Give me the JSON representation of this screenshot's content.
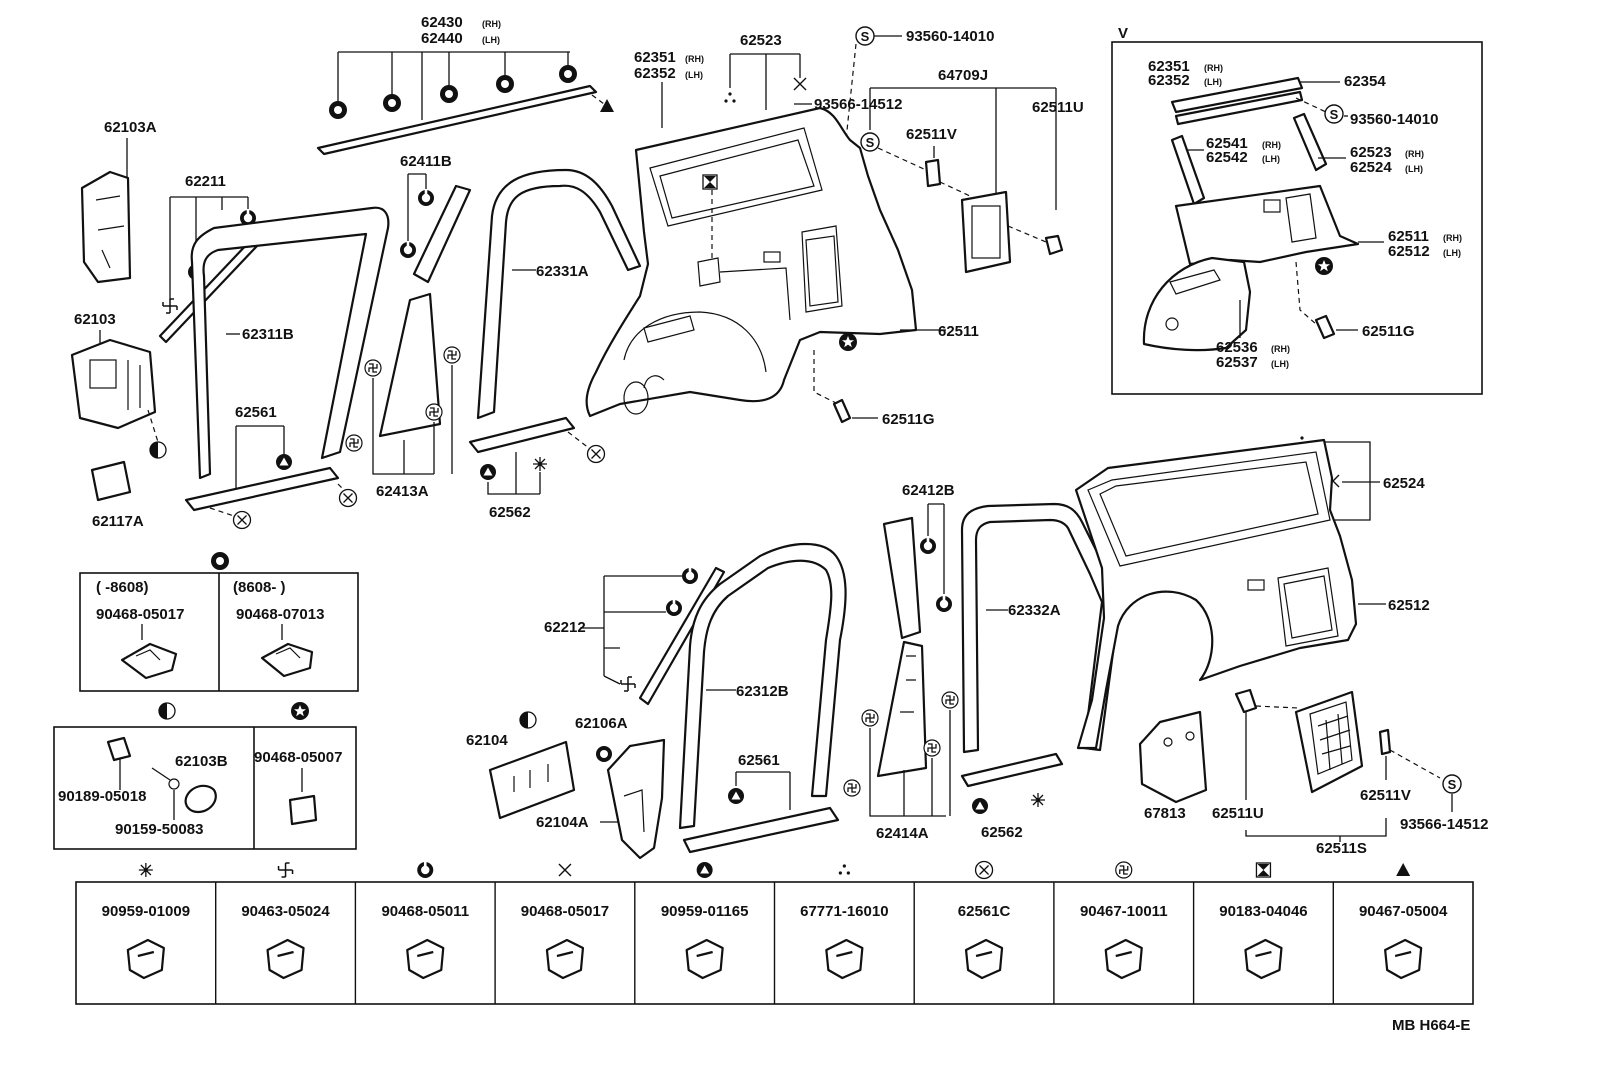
{
  "parts": {
    "p62430": "62430",
    "p62440": "62440",
    "p62103A": "62103A",
    "p62211": "62211",
    "p62411B": "62411B",
    "p62351": "62351",
    "p62352": "62352",
    "p62523": "62523",
    "p93560a": "93560-14010",
    "p64709J": "64709J",
    "p93566a": "93566-14512",
    "p62511V": "62511V",
    "p62511U": "62511U",
    "p62103": "62103",
    "p62311B": "62311B",
    "p62331A": "62331A",
    "p62511": "62511",
    "p62561": "62561",
    "p62413A": "62413A",
    "p62562": "62562",
    "p62117A": "62117A",
    "p62511G": "62511G",
    "p62412B": "62412B",
    "p62524": "62524",
    "p62212": "62212",
    "p62332A": "62332A",
    "p62512": "62512",
    "p62312B": "62312B",
    "p62106A": "62106A",
    "p62104": "62104",
    "p62104A": "62104A",
    "p62561b": "62561",
    "p62414A": "62414A",
    "p62562b": "62562",
    "p67813": "67813",
    "p62511Ub": "62511U",
    "p62511Vb": "62511V",
    "p93566b": "93566-14512",
    "p62511S": "62511S"
  },
  "suffix": {
    "rh": "(RH)",
    "lh": "(LH)"
  },
  "inset": {
    "tag": "V",
    "p62351": "62351",
    "p62352": "62352",
    "p62354": "62354",
    "p93560": "93560-14010",
    "p62541": "62541",
    "p62542": "62542",
    "p62523": "62523",
    "p62524": "62524",
    "p62511": "62511",
    "p62512": "62512",
    "p62536": "62536",
    "p62537": "62537",
    "p62511G": "62511G"
  },
  "clip_box_a": {
    "col1_range": "(      -8608)",
    "col2_range": "(8608-      )",
    "col1_part": "90468-05017",
    "col2_part": "90468-07013"
  },
  "clip_box_b": {
    "p90189": "90189-05018",
    "p62103B": "62103B",
    "p90159": "90159-50083",
    "p90468": "90468-05007"
  },
  "legend": [
    {
      "symbol": "starburst",
      "part": "90959-01009"
    },
    {
      "symbol": "pinwheel",
      "part": "90463-05024"
    },
    {
      "symbol": "ring",
      "part": "90468-05011"
    },
    {
      "symbol": "cross",
      "part": "90468-05017"
    },
    {
      "symbol": "triangle-circle",
      "part": "90959-01165"
    },
    {
      "symbol": "three-dots",
      "part": "67771-16010"
    },
    {
      "symbol": "circled-x",
      "part": "62561C"
    },
    {
      "symbol": "swirl",
      "part": "90467-10011"
    },
    {
      "symbol": "hourglass-square",
      "part": "90183-04046"
    },
    {
      "symbol": "triangle",
      "part": "90467-05004"
    }
  ],
  "footer": {
    "code": "MB H664-E"
  }
}
